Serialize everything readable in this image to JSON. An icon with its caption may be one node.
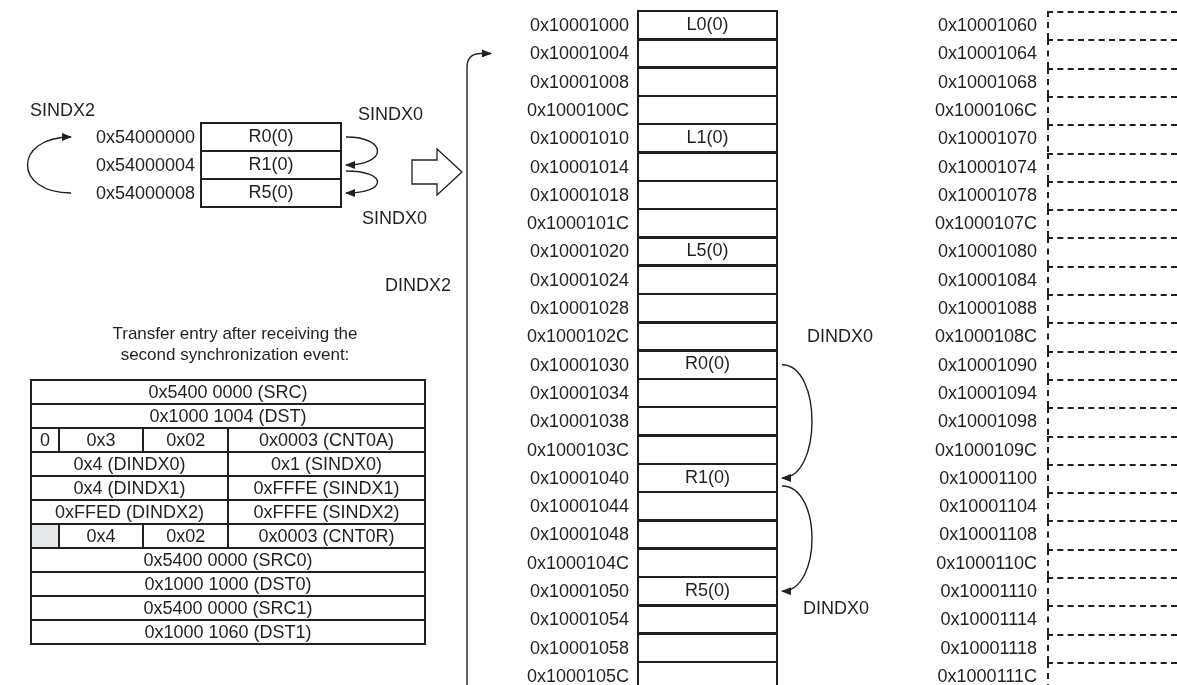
{
  "diagram": {
    "nodes": [
      {
        "text": [
          "R0(0)"
        ],
        "beside": [
          "0x54000000"
        ]
      },
      {
        "text": [
          "R1(0)"
        ],
        "beside": [
          "0x54000004"
        ]
      },
      {
        "text": [
          "R5(0)"
        ],
        "beside": [
          "0x54000008"
        ]
      },
      {
        "text": [
          "L0(0)"
        ],
        "beside": [
          "0x10001000"
        ]
      },
      {
        "text": [],
        "shape": "box",
        "beside": [
          "0x10001004"
        ]
      },
      {
        "text": [],
        "shape": "box",
        "beside": [
          "0x10001008"
        ]
      },
      {
        "text": [],
        "shape": "box",
        "beside": [
          "0x1000100C"
        ]
      },
      {
        "text": [
          "L1(0)"
        ],
        "beside": [
          "0x10001010"
        ]
      },
      {
        "text": [],
        "shape": "box",
        "beside": [
          "0x10001014"
        ]
      },
      {
        "text": [],
        "shape": "box",
        "beside": [
          "0x10001018"
        ]
      },
      {
        "text": [],
        "shape": "box",
        "beside": [
          "0x1000101C"
        ]
      },
      {
        "text": [
          "L5(0)"
        ],
        "beside": [
          "0x10001020"
        ]
      },
      {
        "text": [],
        "shape": "box",
        "beside": [
          "0x10001024"
        ]
      },
      {
        "text": [],
        "shape": "box",
        "beside": [
          "0x10001028"
        ]
      },
      {
        "text": [],
        "shape": "box",
        "beside": [
          "0x1000102C"
        ]
      },
      {
        "text": [
          "R0(0)"
        ],
        "beside": [
          "0x10001030"
        ]
      },
      {
        "text": [],
        "shape": "box",
        "beside": [
          "0x10001034"
        ]
      },
      {
        "text": [],
        "shape": "box",
        "beside": [
          "0x10001038"
        ]
      },
      {
        "text": [],
        "shape": "box",
        "beside": [
          "0x1000103C"
        ]
      },
      {
        "text": [
          "R1(0)"
        ],
        "beside": [
          "0x10001040"
        ]
      },
      {
        "text": [],
        "shape": "box",
        "beside": [
          "0x10001044"
        ]
      },
      {
        "text": [],
        "shape": "box",
        "beside": [
          "0x10001048"
        ]
      },
      {
        "text": [],
        "shape": "box",
        "beside": [
          "0x1000104C"
        ]
      },
      {
        "text": [
          "R5(0)"
        ],
        "beside": [
          "0x10001050"
        ]
      },
      {
        "text": [],
        "shape": "box",
        "beside": [
          "0x10001054"
        ]
      },
      {
        "text": [],
        "shape": "box",
        "beside": [
          "0x10001058"
        ]
      },
      {
        "text": [],
        "shape": "box",
        "beside": [
          "0x1000105C"
        ]
      },
      {
        "text": [],
        "shape": "box",
        "beside": [
          "0x10001060"
        ]
      },
      {
        "text": [],
        "shape": "box",
        "beside": [
          "0x10001064"
        ]
      },
      {
        "text": [],
        "shape": "box",
        "beside": [
          "0x10001068"
        ]
      },
      {
        "text": [],
        "shape": "box",
        "beside": [
          "0x1000106C"
        ]
      },
      {
        "text": [],
        "shape": "box",
        "beside": [
          "0x10001070"
        ]
      },
      {
        "text": [],
        "shape": "box",
        "beside": [
          "0x10001074"
        ]
      },
      {
        "text": [],
        "shape": "box",
        "beside": [
          "0x10001078"
        ]
      },
      {
        "text": [],
        "shape": "box",
        "beside": [
          "0x1000107C"
        ]
      },
      {
        "text": [],
        "shape": "box",
        "beside": [
          "0x10001080"
        ]
      },
      {
        "text": [],
        "shape": "box",
        "beside": [
          "0x10001084"
        ]
      },
      {
        "text": [],
        "shape": "box",
        "beside": [
          "0x10001088"
        ]
      },
      {
        "text": [],
        "shape": "box",
        "beside": [
          "0x1000108C"
        ]
      },
      {
        "text": [],
        "shape": "box",
        "beside": [
          "0x10001090"
        ]
      },
      {
        "text": [],
        "shape": "box",
        "beside": [
          "0x10001094"
        ]
      },
      {
        "text": [],
        "shape": "box",
        "beside": [
          "0x10001098"
        ]
      },
      {
        "text": [],
        "shape": "box",
        "beside": [
          "0x1000109C"
        ]
      },
      {
        "text": [],
        "shape": "box",
        "beside": [
          "0x10001100"
        ]
      },
      {
        "text": [],
        "shape": "box",
        "beside": [
          "0x10001104"
        ]
      },
      {
        "text": [],
        "shape": "box",
        "beside": [
          "0x10001108"
        ]
      },
      {
        "text": [],
        "shape": "box",
        "beside": [
          "0x1000110C"
        ]
      },
      {
        "text": [],
        "shape": "box",
        "beside": [
          "0x10001110"
        ]
      },
      {
        "text": [],
        "shape": "box",
        "beside": [
          "0x10001114"
        ]
      },
      {
        "text": [],
        "shape": "box",
        "beside": [
          "0x10001118"
        ]
      },
      {
        "text": [],
        "shape": "box",
        "beside": [
          "0x1000111C"
        ]
      }
    ],
    "edges": [
      {
        "from": 0,
        "to": 1,
        "arrow": "to",
        "label": "SINDX0"
      },
      {
        "from": 1,
        "to": 2,
        "arrow": "to",
        "label": "SINDX0"
      },
      {
        "from": 2,
        "to": 0,
        "arrow": "to",
        "label": "SINDX2"
      },
      {
        "from": null,
        "to": 4,
        "arrow": "to",
        "label": "DINDX2"
      },
      {
        "from": 15,
        "to": 19,
        "arrow": "to",
        "label": "DINDX0"
      },
      {
        "from": 19,
        "to": 23,
        "arrow": "to",
        "label": "DINDX0"
      }
    ],
    "labels": [
      "Transfer entry after receiving the second synchronization event:",
      "0x5400 0000 (SRC)",
      "0x1000 1004 (DST)",
      "0",
      "0x3",
      "0x02",
      "0x0003 (CNT0A)",
      "0x4 (DINDX0)",
      "0x1 (SINDX0)",
      "0x4 (DINDX1)",
      "0xFFFE (SINDX1)",
      "0xFFED (DINDX2)",
      "0xFFFE (SINDX2)",
      "0x4",
      "0x02",
      "0x0003 (CNT0R)",
      "0x5400 0000 (SRC0)",
      "0x1000 1000 (DST0)",
      "0x5400 0000 (SRC1)",
      "0x1000 1060 (DST1)"
    ]
  }
}
